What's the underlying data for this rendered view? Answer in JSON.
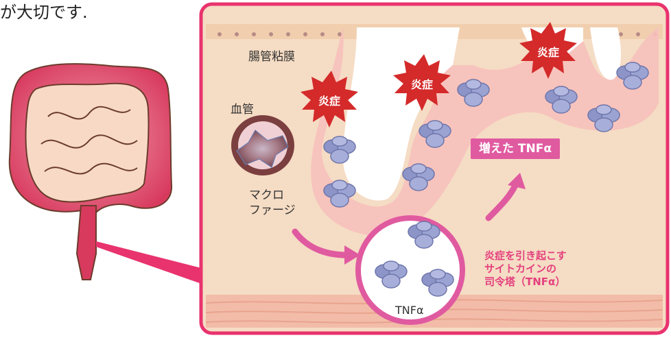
{
  "top_text": "が大切です.",
  "labels": {
    "mucosa": "腸管粘膜",
    "vessel": "血管",
    "macrophage_line1": "マクロ",
    "macrophage_line2": "ファージ",
    "inflammation": "炎症",
    "increased_tnf": "増えた TNFα",
    "tnf": "TNFα",
    "note_line1": "炎症を引き起こす",
    "note_line2": "サイトカインの",
    "note_line3": "司令塔（TNFα）"
  },
  "colors": {
    "frame": "#e8336e",
    "pink_accent": "#e05aa0",
    "tissue": "#f5dcc4",
    "protein": "#8d95c8",
    "starburst": "#d42a2a"
  }
}
